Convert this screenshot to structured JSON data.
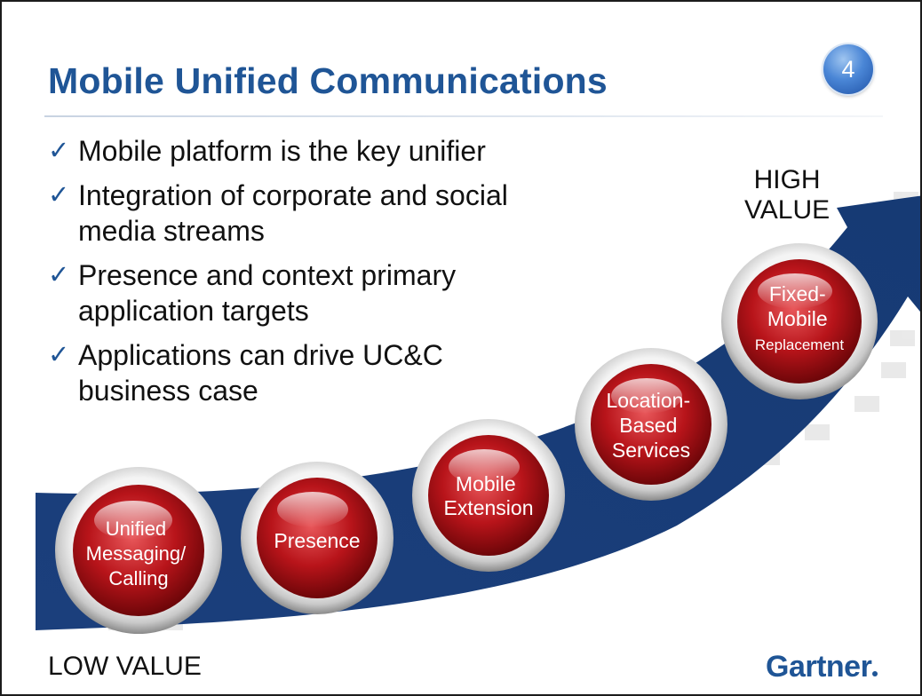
{
  "title": "Mobile Unified Communications",
  "page_number": "4",
  "bullets": [
    {
      "icon": "check-icon",
      "lines": [
        "Mobile platform is the key unifier"
      ]
    },
    {
      "icon": "check-icon",
      "lines": [
        "Integration of corporate and social",
        "media streams"
      ]
    },
    {
      "icon": "check-icon",
      "lines": [
        "Presence and context primary",
        "application targets"
      ]
    },
    {
      "icon": "check-icon",
      "lines": [
        "Applications can drive UC&C",
        "business case"
      ]
    }
  ],
  "diagram": {
    "high_label": [
      "HIGH",
      "VALUE"
    ],
    "low_label": "LOW VALUE",
    "stages": [
      {
        "lines": [
          "Unified",
          "Messaging/",
          "Calling"
        ]
      },
      {
        "lines": [
          "Presence"
        ]
      },
      {
        "lines": [
          "Mobile",
          "Extension"
        ]
      },
      {
        "lines": [
          "Location-",
          "Based",
          "Services"
        ]
      },
      {
        "lines": [
          "Fixed-",
          "Mobile",
          "Replacement"
        ]
      }
    ]
  },
  "brand": "Gartner",
  "colors": {
    "title_blue": "#1f5596",
    "arrow_blue": "#183d78",
    "node_red": "#b4161b"
  }
}
